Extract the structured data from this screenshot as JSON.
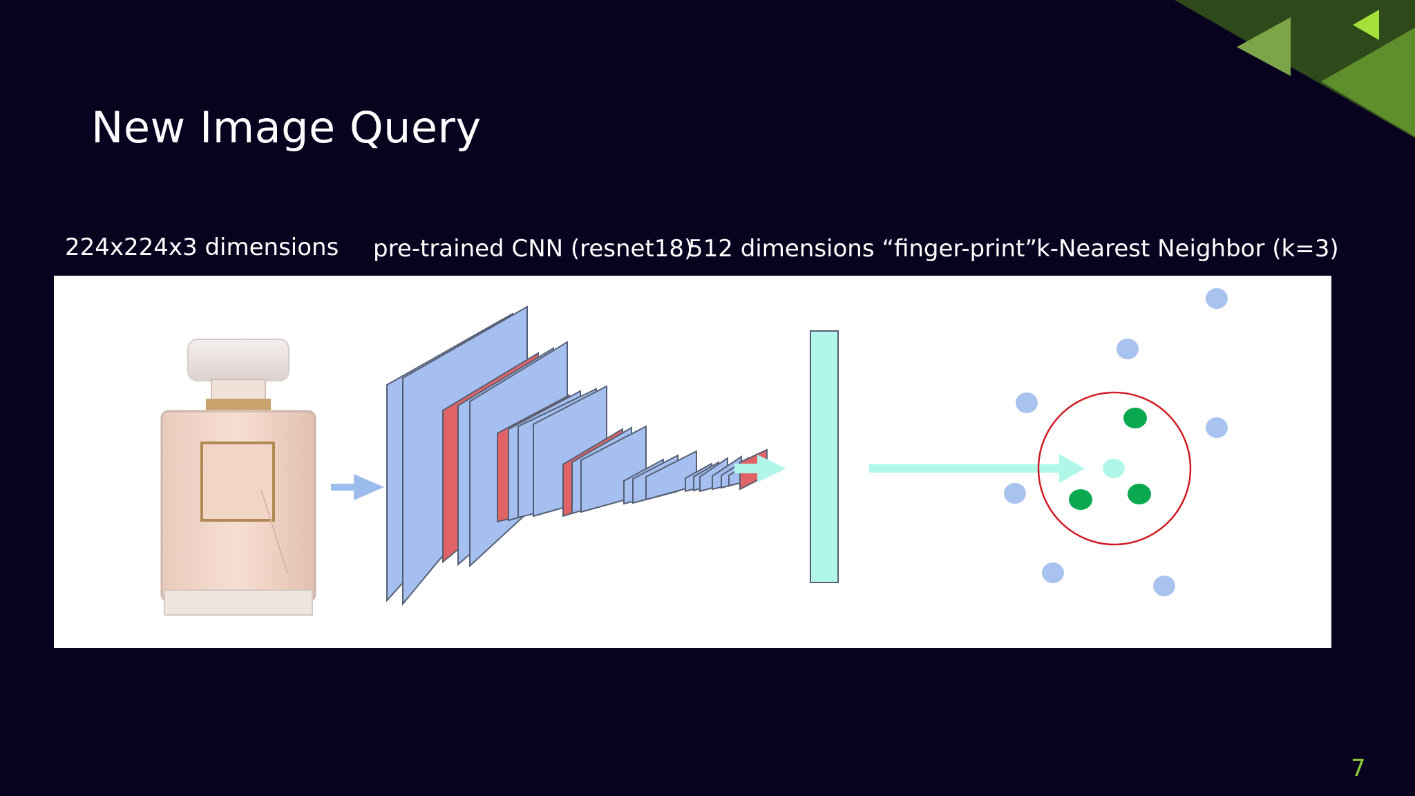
{
  "slide": {
    "title": "New Image Query",
    "page_number": "7",
    "accent_color": "#7bbd32",
    "background_color": "#08021f"
  },
  "pipeline": {
    "input_label": "224x224x3 dimensions",
    "cnn_label": "pre-trained CNN (resnet18)",
    "fingerprint_label": "512 dimensions “finger-print”",
    "knn_label": "k-Nearest Neighbor (k=3)"
  },
  "colors": {
    "layer_blue": "#a4bff0",
    "layer_red": "#e06466",
    "arrow_blue": "#9cbcee",
    "feature_teal": "#b0f7ea",
    "neighbor_green": "#0aa84f",
    "other_point_blue": "#a9c3f0",
    "radius_red": "#d01c24"
  },
  "icons": {
    "input_image": "perfume-bottle-icon",
    "network": "cnn-layers-diagram",
    "feature_vector": "feature-vector-bar",
    "knn": "knn-scatter-plot"
  }
}
